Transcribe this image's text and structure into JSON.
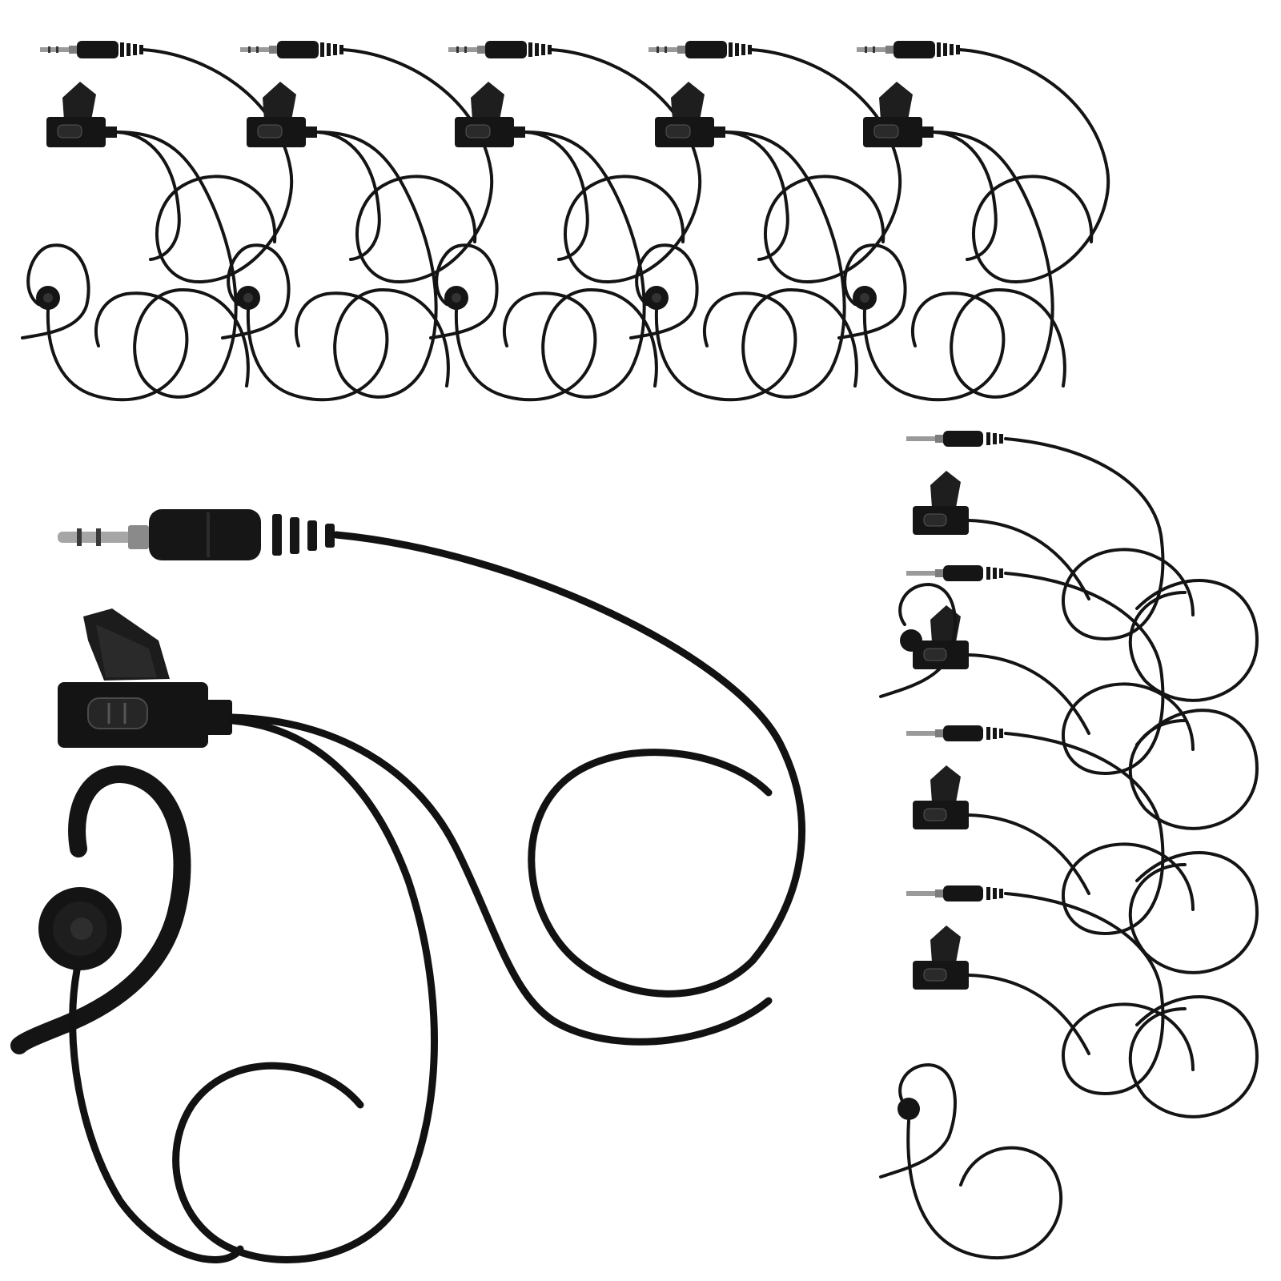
{
  "photo": {
    "background": "#ffffff",
    "cable_color": "#141414",
    "plug_metal_color": "#9a9a9a",
    "items": [
      {
        "kind": "earpiece-headset-kit",
        "size": "large",
        "icon": "earpiece-headset-icon"
      },
      {
        "kind": "earpiece-headset-kit",
        "size": "small",
        "icon": "earpiece-headset-icon"
      }
    ],
    "small_kit_count": 9
  }
}
